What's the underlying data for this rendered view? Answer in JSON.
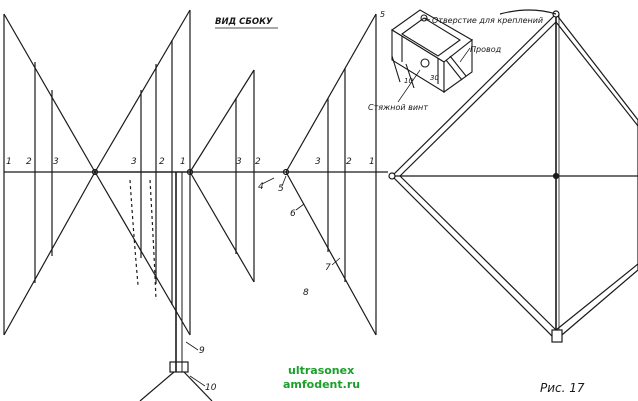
{
  "header": {
    "side_view": "ВИД СБОКУ"
  },
  "left_labels": {
    "n1a": "1",
    "n2a": "2",
    "n3a": "3",
    "n3b": "3",
    "n2b": "2",
    "n1b": "1",
    "n3c": "3",
    "n2c": "2",
    "n3d": "3",
    "n2d": "2",
    "n1d": "1",
    "n4": "4",
    "n5": "5",
    "n6": "6",
    "n7": "7",
    "n8": "8",
    "n9": "9",
    "n10": "10"
  },
  "inset": {
    "part_number": "5",
    "mount_hole": "Отверстие для креплений",
    "wire": "Провод",
    "screw": "Стяжной винт",
    "dim_a": "10",
    "dim_b": "30"
  },
  "watermark": {
    "line1": "ultrasonex",
    "line2": "amfodent.ru"
  },
  "caption": "Рис. 17",
  "colors": {
    "ink": "#1a1a1a",
    "watermark": "#1aa02a"
  }
}
